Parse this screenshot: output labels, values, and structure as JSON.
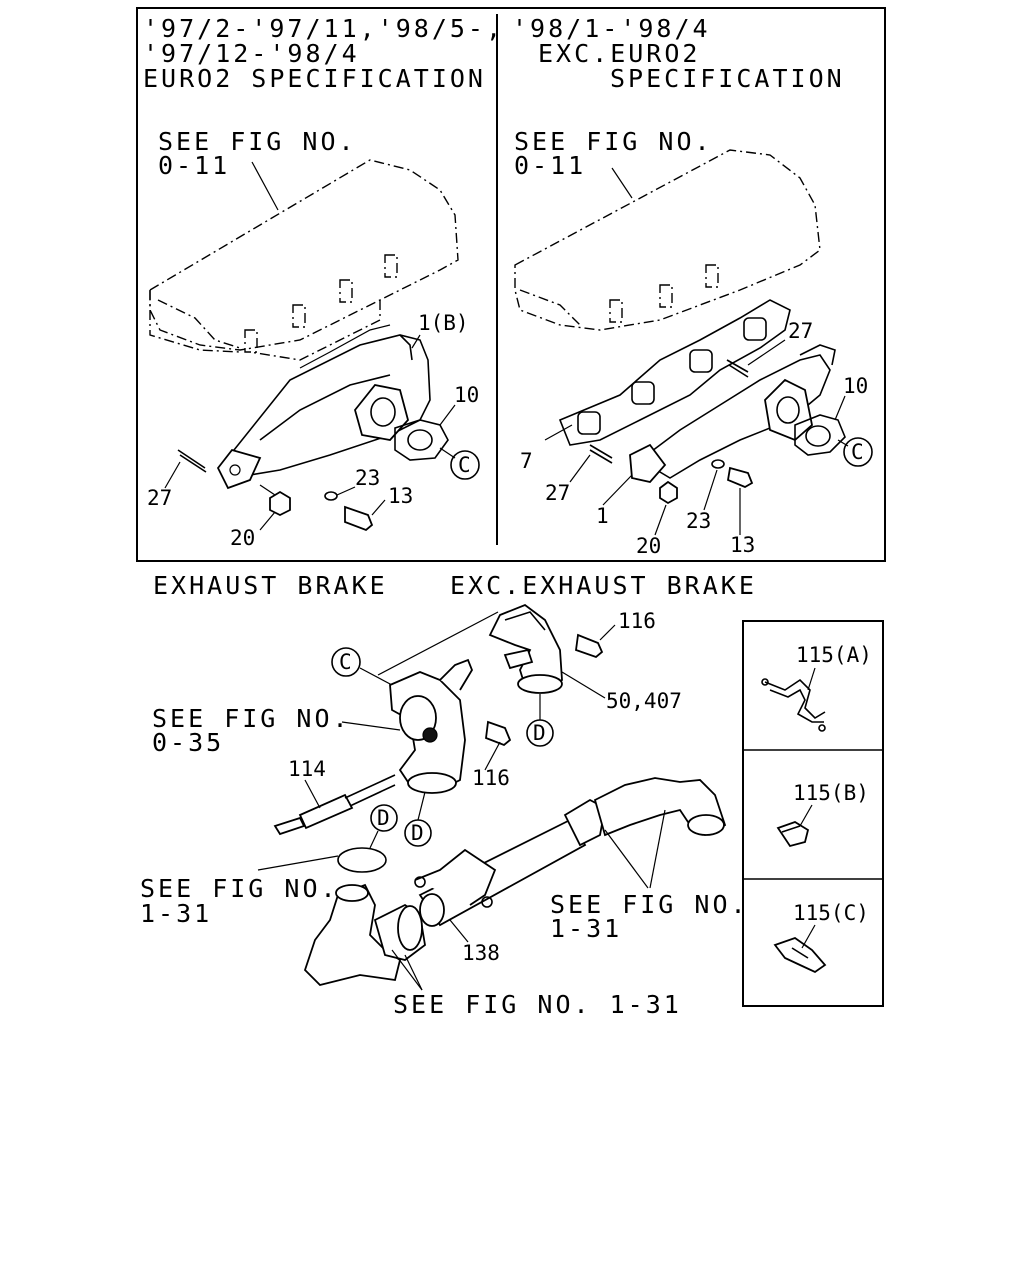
{
  "panel_left": {
    "dates_1": "'97/2-'97/11,'98/5-,",
    "dates_2": "'97/12-'98/4",
    "spec": "EURO2 SPECIFICATION",
    "see_fig": "SEE FIG NO.",
    "see_fig_no": "0-11"
  },
  "panel_right": {
    "dates": "'98/1-'98/4",
    "exc": "EXC.EURO2",
    "spec": "SPECIFICATION",
    "see_fig": "SEE FIG NO.",
    "see_fig_no": "0-11"
  },
  "section_labels": {
    "exhaust_brake": "EXHAUST BRAKE",
    "exc_exhaust_brake": "EXC.EXHAUST BRAKE"
  },
  "part_numbers": {
    "p1b": "1(B)",
    "p10_left": "10",
    "p27_left": "27",
    "p20_left": "20",
    "p23_left": "23",
    "p13_left": "13",
    "p27_right_top": "27",
    "p10_right": "10",
    "p7": "7",
    "p27_right": "27",
    "p1": "1",
    "p20_right": "20",
    "p23_right": "23",
    "p13_right": "13",
    "p116_top": "116",
    "p50_407": "50,407",
    "p116_mid": "116",
    "p114": "114",
    "p138": "138",
    "p115a": "115(A)",
    "p115b": "115(B)",
    "p115c": "115(C)"
  },
  "callouts": {
    "c": "C",
    "d": "D"
  },
  "references": {
    "see_fig": "SEE FIG NO.",
    "fig_0_35": "0-35",
    "fig_1_31": "1-31",
    "see_fig_1_31": "SEE FIG NO. 1-31"
  }
}
